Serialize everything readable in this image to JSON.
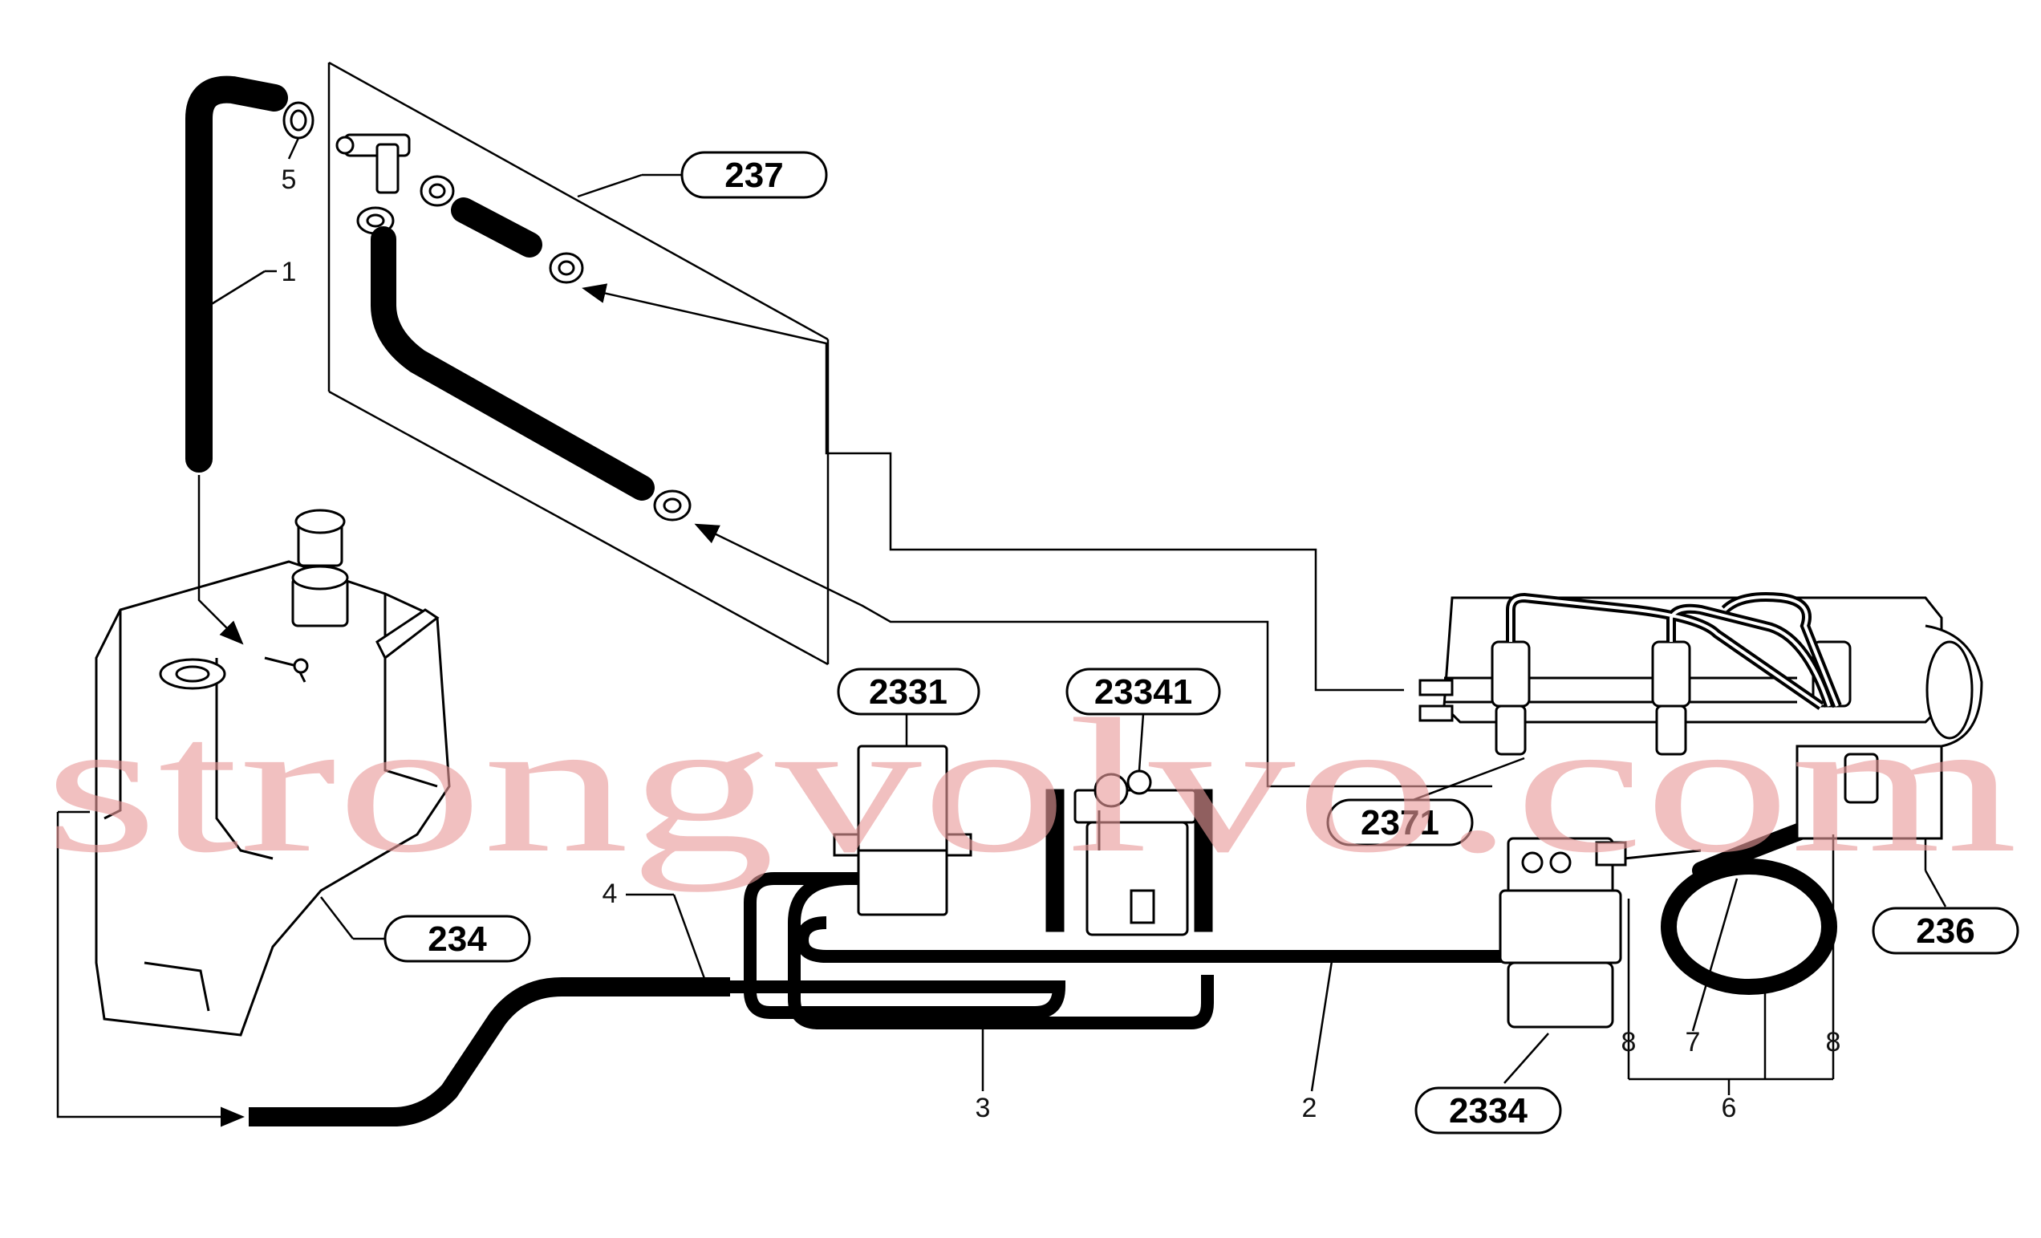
{
  "reference_labels": {
    "r237": "237",
    "r234": "234",
    "r2331": "2331",
    "r23341": "23341",
    "r2371": "2371",
    "r2334": "2334",
    "r236": "236"
  },
  "item_numbers": {
    "n1": "1",
    "n2": "2",
    "n3": "3",
    "n4": "4",
    "n5": "5",
    "n6": "6",
    "n7": "7",
    "n8a": "8",
    "n8b": "8"
  },
  "watermark": "strongvolvo.com",
  "colors": {
    "line": "#000000",
    "hose": "#111111",
    "watermark": "#e89a9a"
  }
}
